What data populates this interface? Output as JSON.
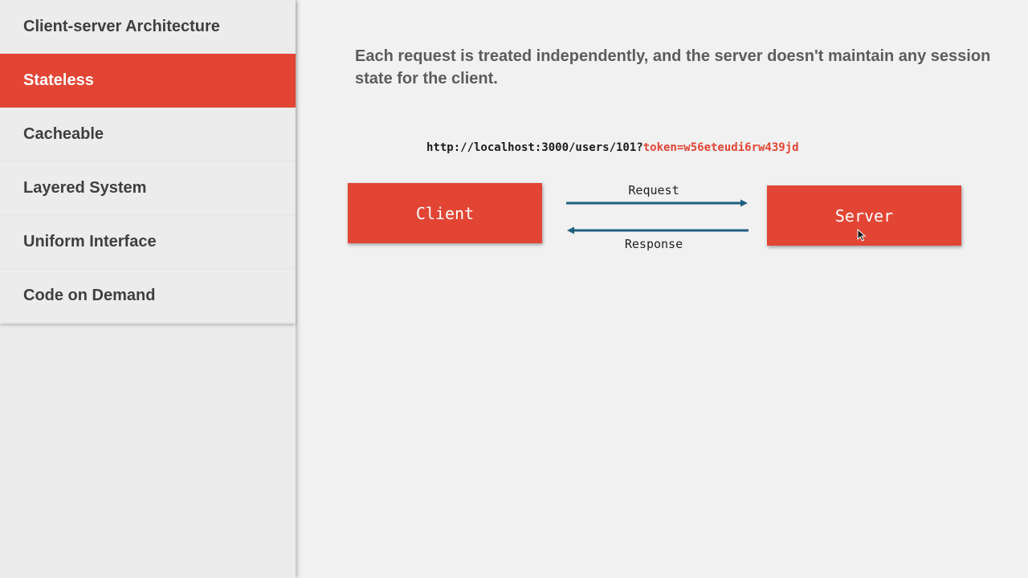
{
  "sidebar": {
    "items": [
      {
        "label": "Client-server Architecture",
        "active": false
      },
      {
        "label": "Stateless",
        "active": true
      },
      {
        "label": "Cacheable",
        "active": false
      },
      {
        "label": "Layered System",
        "active": false
      },
      {
        "label": "Uniform Interface",
        "active": false
      },
      {
        "label": "Code on Demand",
        "active": false
      }
    ]
  },
  "main": {
    "description": "Each request is treated independently, and the server doesn't maintain any session state for the client.",
    "url": {
      "base": "http://localhost:3000/users/101?",
      "query": "token=w56eteudi6rw439jd"
    },
    "diagram": {
      "client_label": "Client",
      "server_label": "Server",
      "request_label": "Request",
      "response_label": "Response"
    }
  },
  "colors": {
    "accent": "#e24534",
    "arrow": "#1f5f7f",
    "menu_text": "#3f3f3f",
    "description_text": "#5c5c5c"
  }
}
